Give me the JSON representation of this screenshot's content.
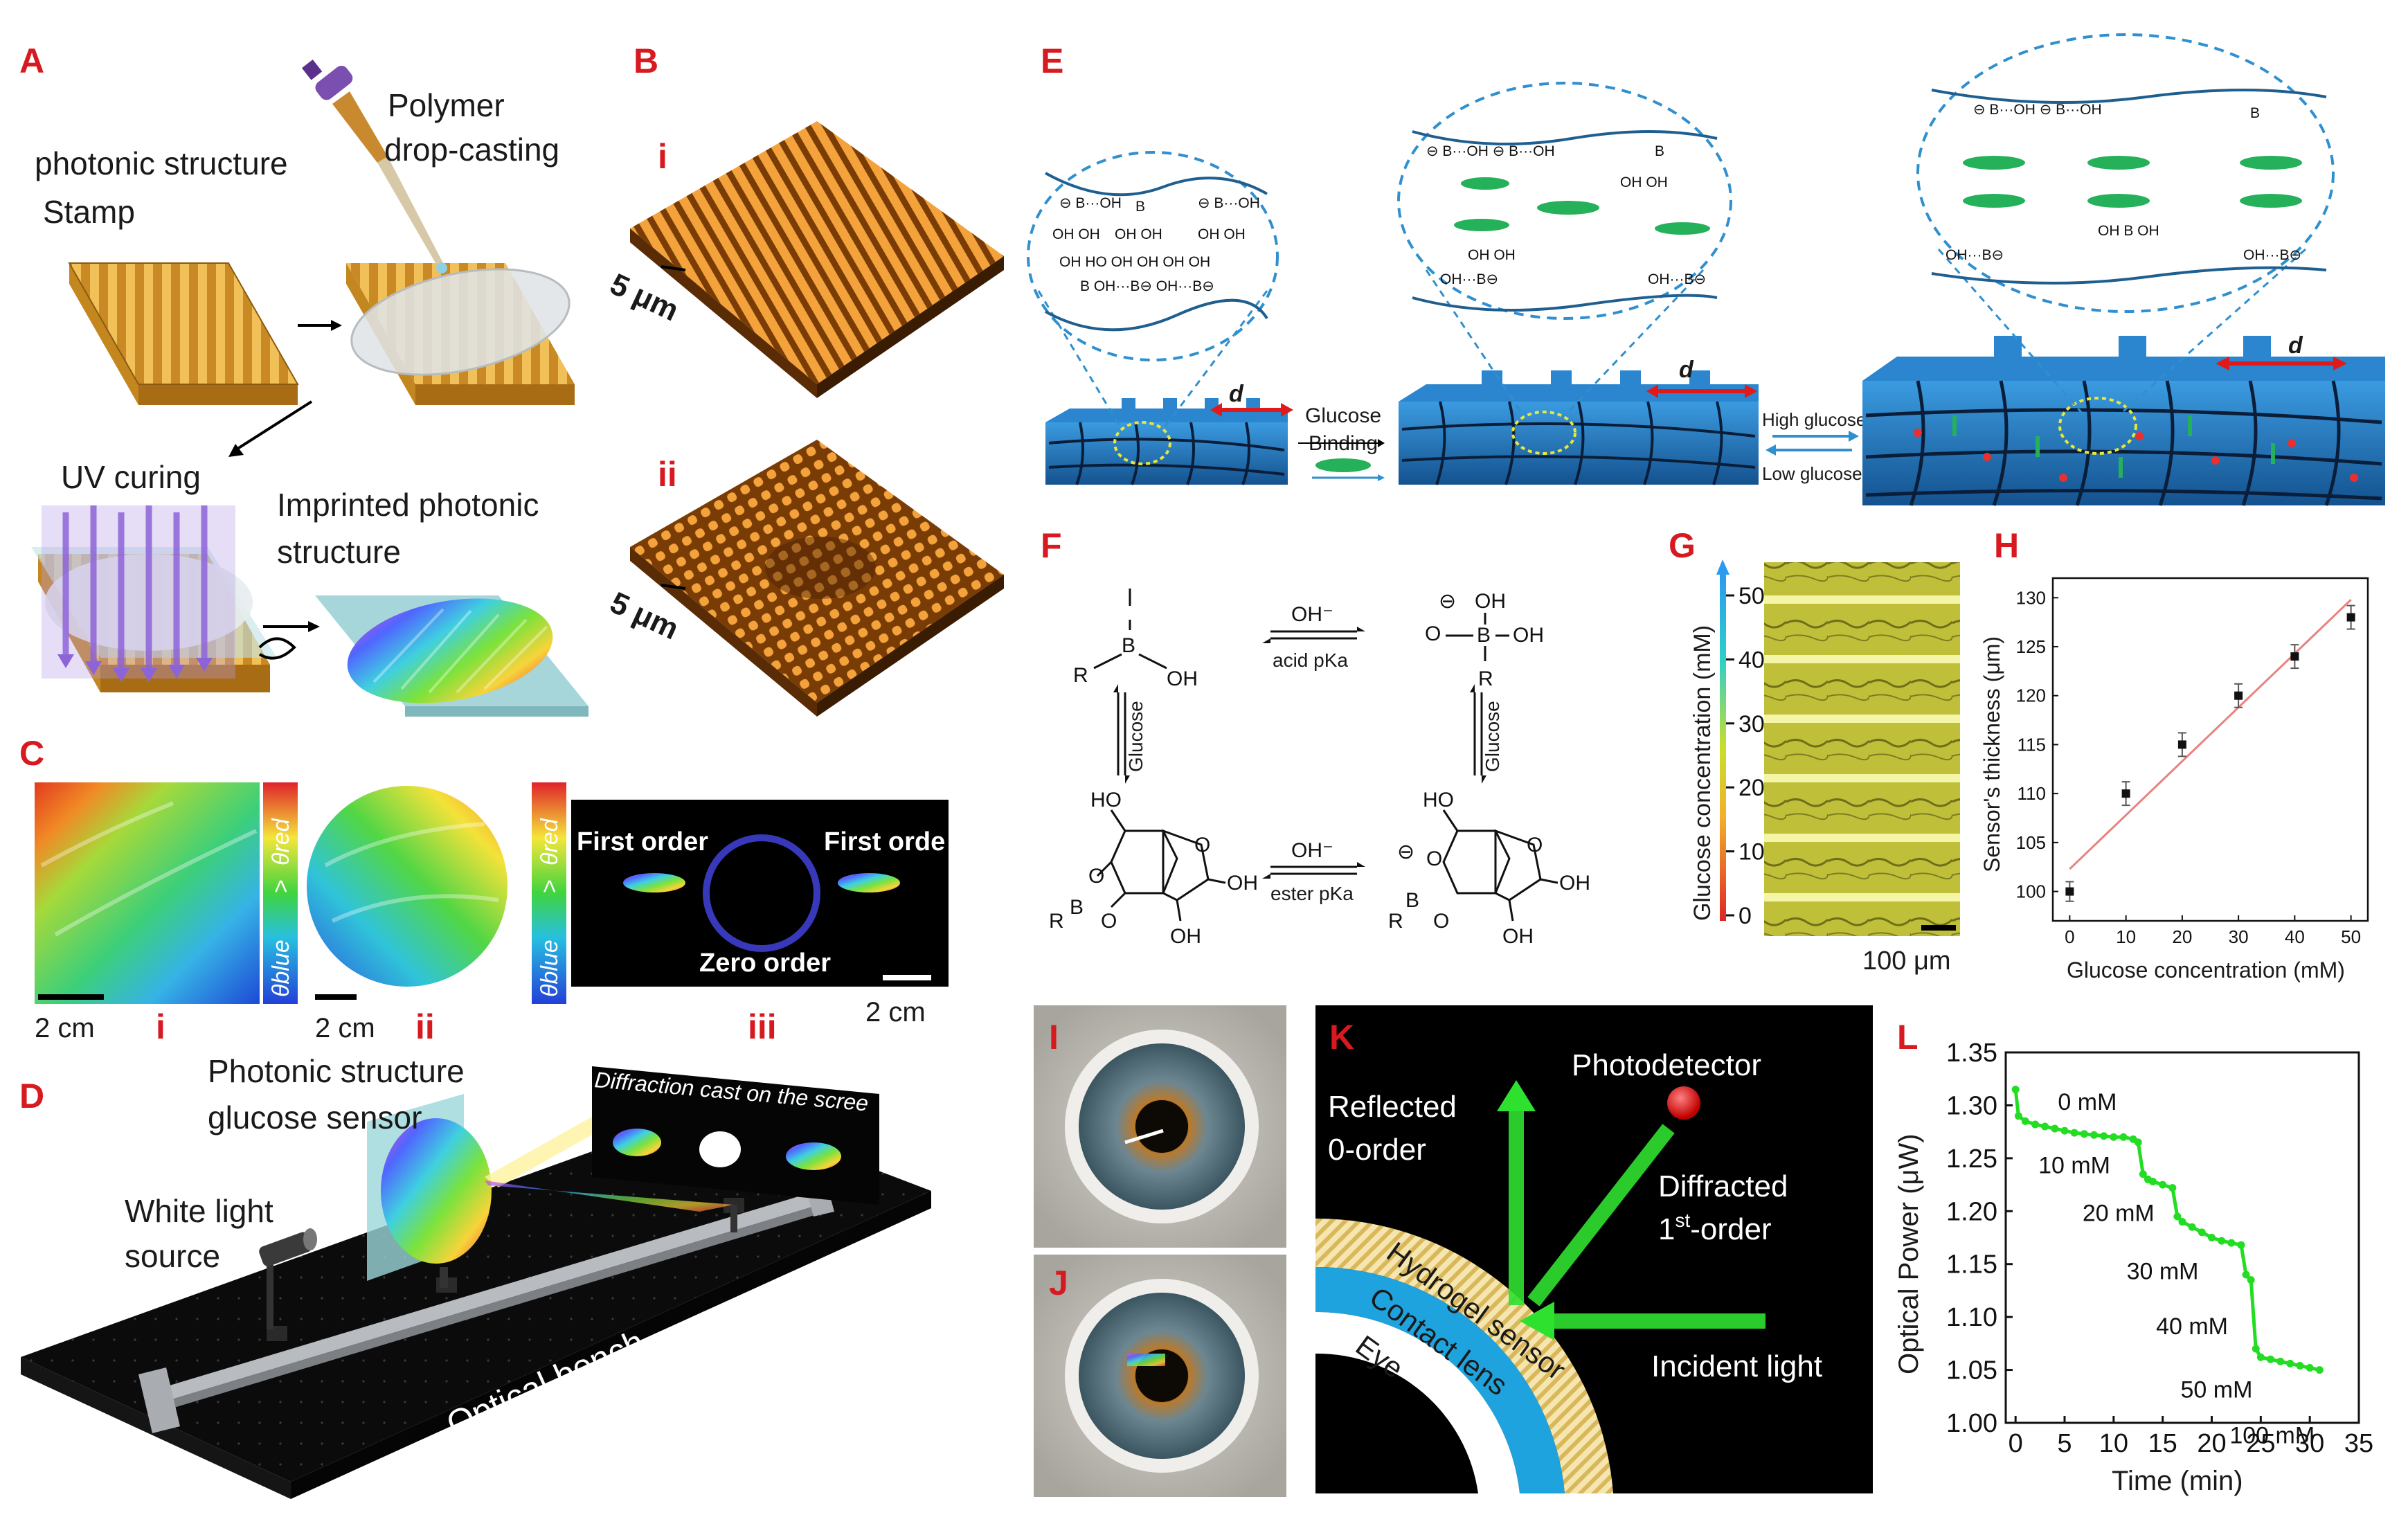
{
  "panel_letters": [
    "A",
    "B",
    "C",
    "D",
    "E",
    "F",
    "G",
    "H",
    "I",
    "J",
    "K",
    "L"
  ],
  "panelA": {
    "stamp_label_1": "photonic structure",
    "stamp_label_2": "Stamp",
    "polymer_1": "Polymer",
    "polymer_2": "drop-casting",
    "uv": "UV curing",
    "imprinted_1": "Imprinted photonic",
    "imprinted_2": "structure"
  },
  "panelB": {
    "sub_i": "i",
    "sub_ii": "ii",
    "scale": "5 μm"
  },
  "panelC": {
    "scale": "2 cm",
    "sub_i": "i",
    "sub_ii": "ii",
    "sub_iii": "iii",
    "theta_red": "θred",
    "theta_blue": "θblue",
    "gt": ">",
    "first_left": "First order",
    "first_right": "First orde",
    "zero": "Zero order"
  },
  "panelD": {
    "sensor_1": "Photonic structure",
    "sensor_2": "glucose sensor",
    "light_1": "White light",
    "light_2": "source",
    "screen": "Diffraction cast on the scree",
    "bench": "Optical bench"
  },
  "panelE": {
    "glucose": "Glucose",
    "binding": "Binding",
    "high": "High glucose",
    "low": "Low glucose",
    "d": "d",
    "groups": [
      "OH",
      "B",
      "O"
    ]
  },
  "panelF": {
    "oh_minus": "OH⁻",
    "acid": "acid pKa",
    "ester": "ester pKa",
    "glucose": "Glucose",
    "atoms": [
      "R",
      "B",
      "OH",
      "HO",
      "O"
    ]
  },
  "panelG": {
    "ylabel": "Glucose concentration (mM)",
    "ticks": [
      "50",
      "40",
      "30",
      "20",
      "10",
      "0"
    ],
    "scale": "100 μm"
  },
  "panelK": {
    "photodetector": "Photodetector",
    "reflected_1": "Reflected",
    "reflected_2": "0-order",
    "diffracted_1": "Diffracted",
    "diffracted_2": "1",
    "diffracted_sup": "st",
    "diffracted_3": "-order",
    "incident": "Incident light",
    "hydrogel": "Hydrogel sensor",
    "lens": "Contact lens",
    "eye": "Eye"
  },
  "colors": {
    "panel_letter": "#d71920",
    "line_green": "#22dd22",
    "fit_red": "#e8837f",
    "hydrogel_blue": "#1f6fb5"
  },
  "chart_data": [
    {
      "type": "scatter",
      "panel": "H",
      "xlabel": "Glucose concentration (mM)",
      "ylabel": "Sensor's thickness (μm)",
      "x": [
        0,
        10,
        20,
        30,
        40,
        50
      ],
      "y": [
        100,
        110,
        115,
        120,
        124,
        128
      ],
      "yerr": [
        1.0,
        1.2,
        1.2,
        1.2,
        1.2,
        1.2
      ],
      "fit": {
        "x": [
          0,
          50
        ],
        "y": [
          102.3,
          129.8
        ]
      },
      "xticks": [
        "0",
        "10",
        "20",
        "30",
        "40",
        "50"
      ],
      "yticks": [
        "100",
        "105",
        "110",
        "115",
        "120",
        "125",
        "130"
      ],
      "xlim": [
        -3,
        53
      ],
      "ylim": [
        97,
        132
      ]
    },
    {
      "type": "line",
      "panel": "L",
      "xlabel": "Time (min)",
      "ylabel": "Optical Power (μW)",
      "xticks": [
        "0",
        "5",
        "10",
        "15",
        "20",
        "25",
        "30",
        "35"
      ],
      "yticks": [
        "1.35",
        "1.30",
        "1.25",
        "1.20",
        "1.15",
        "1.10",
        "1.05",
        "1.00"
      ],
      "xlim": [
        -1,
        35
      ],
      "ylim": [
        1.0,
        1.35
      ],
      "series": [
        {
          "x": [
            0,
            0.3,
            1,
            2,
            3,
            4,
            5,
            6,
            7,
            8,
            9,
            10,
            11,
            12,
            12.5,
            13,
            13.5,
            14,
            15,
            16,
            16.5,
            17,
            18,
            19,
            20,
            21,
            22,
            23,
            23.5,
            24,
            24.5,
            25,
            26,
            27,
            28,
            29,
            30,
            31
          ],
          "y": [
            1.315,
            1.29,
            1.285,
            1.282,
            1.28,
            1.278,
            1.276,
            1.274,
            1.273,
            1.272,
            1.271,
            1.27,
            1.27,
            1.268,
            1.265,
            1.235,
            1.23,
            1.228,
            1.225,
            1.222,
            1.195,
            1.19,
            1.185,
            1.18,
            1.175,
            1.172,
            1.17,
            1.168,
            1.14,
            1.135,
            1.07,
            1.062,
            1.06,
            1.058,
            1.056,
            1.054,
            1.052,
            1.05
          ]
        }
      ],
      "annotations": [
        "0 mM",
        "10 mM",
        "20 mM",
        "30 mM",
        "40 mM",
        "50 mM",
        "100 mM"
      ]
    }
  ]
}
